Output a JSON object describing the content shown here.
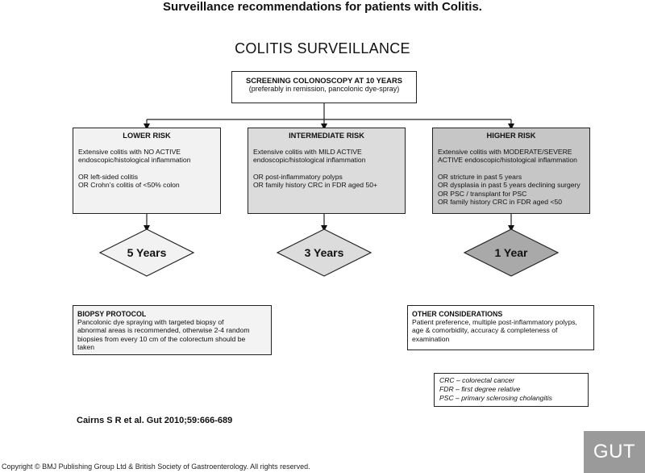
{
  "page_title": "Surveillance recommendations for patients with Colitis.",
  "diagram_title": "COLITIS SURVEILLANCE",
  "screening": {
    "title": "SCREENING COLONOSCOPY AT 10 YEARS",
    "subtitle": "(preferably in remission, pancolonic dye-spray)"
  },
  "risk_groups": [
    {
      "title": "LOWER RISK",
      "lines": [
        "Extensive colitis with NO ACTIVE",
        "endoscopic/histological inflammation",
        "",
        "OR left-sided colitis",
        "OR Crohn’s colitis of <50% colon"
      ],
      "interval": "5 Years",
      "color": "#f2f2f2"
    },
    {
      "title": "INTERMEDIATE RISK",
      "lines": [
        "Extensive colitis with MILD ACTIVE",
        "endoscopic/histological inflammation",
        "",
        "OR post-inflammatory polyps",
        "OR family history CRC in FDR aged 50+"
      ],
      "interval": "3 Years",
      "color": "#dcdcdc"
    },
    {
      "title": "HIGHER RISK",
      "lines": [
        "Extensive colitis with MODERATE/SEVERE",
        "ACTIVE endoscopic/histological inflammation",
        "",
        "OR stricture in past 5 years",
        "OR dysplasia in past 5 years declining surgery",
        "OR PSC / transplant for PSC",
        "OR family history CRC in FDR aged <50"
      ],
      "interval": "1 Year",
      "color": "#a9a9a9"
    }
  ],
  "biopsy_protocol": {
    "title": "BIOPSY PROTOCOL",
    "lines": [
      "Pancolonic dye spraying with targeted biopsy of",
      "abnormal areas is recommended, otherwise 2-4 random",
      "biopsies from every 10 cm of the colorectum should be",
      "taken"
    ]
  },
  "other_considerations": {
    "title": "OTHER CONSIDERATIONS",
    "lines": [
      "Patient preference, multiple post-inflammatory polyps,",
      "age & comorbidity, accuracy & completeness of",
      "examination"
    ]
  },
  "legend": [
    "CRC – colorectal cancer",
    "FDR – first degree relative",
    "PSC – primary sclerosing cholangitis"
  ],
  "citation": "Cairns S R et al. Gut 2010;59:666-689",
  "copyright": "Copyright © BMJ Publishing Group Ltd & British Society of Gastroenterology. All rights reserved.",
  "logo_text": "GUT"
}
